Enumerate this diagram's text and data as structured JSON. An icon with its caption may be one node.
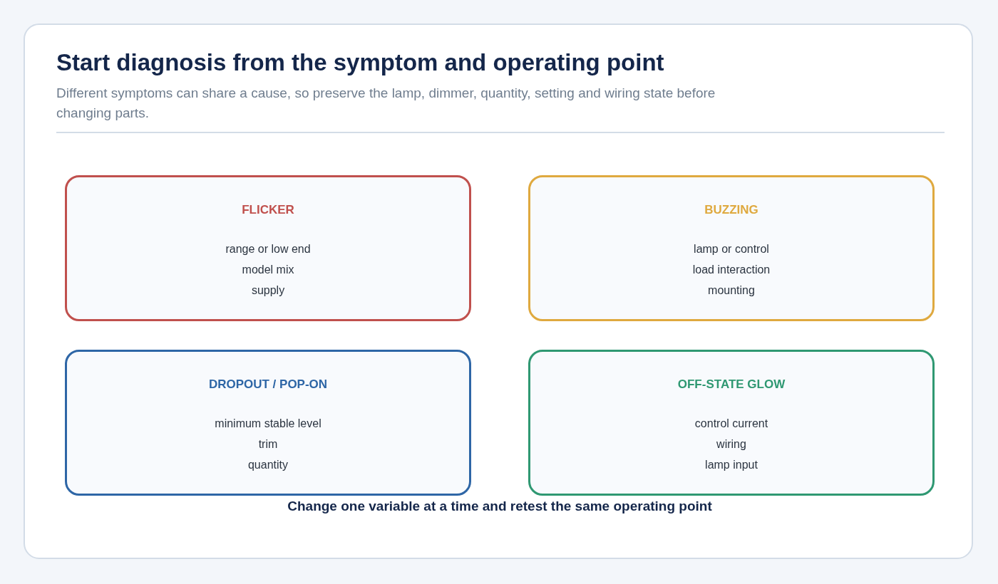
{
  "diagram": {
    "title": "Start diagnosis from the symptom and operating point",
    "nodes": [
      {
        "text": [
          "FLICKER",
          "range or low end",
          "model mix",
          "supply"
        ]
      },
      {
        "text": [
          "BUZZING",
          "lamp or control",
          "load interaction",
          "mounting"
        ]
      },
      {
        "text": [
          "DROPOUT / POP-ON",
          "minimum stable level",
          "trim",
          "quantity"
        ]
      },
      {
        "text": [
          "OFF-STATE GLOW",
          "control current",
          "wiring",
          "lamp input"
        ]
      }
    ],
    "labels": [
      "Different symptoms can share a cause, so preserve the lamp, dimmer, quantity, setting and wiring state before changing parts.",
      "Change one variable at a time and retest the same operating point"
    ]
  }
}
